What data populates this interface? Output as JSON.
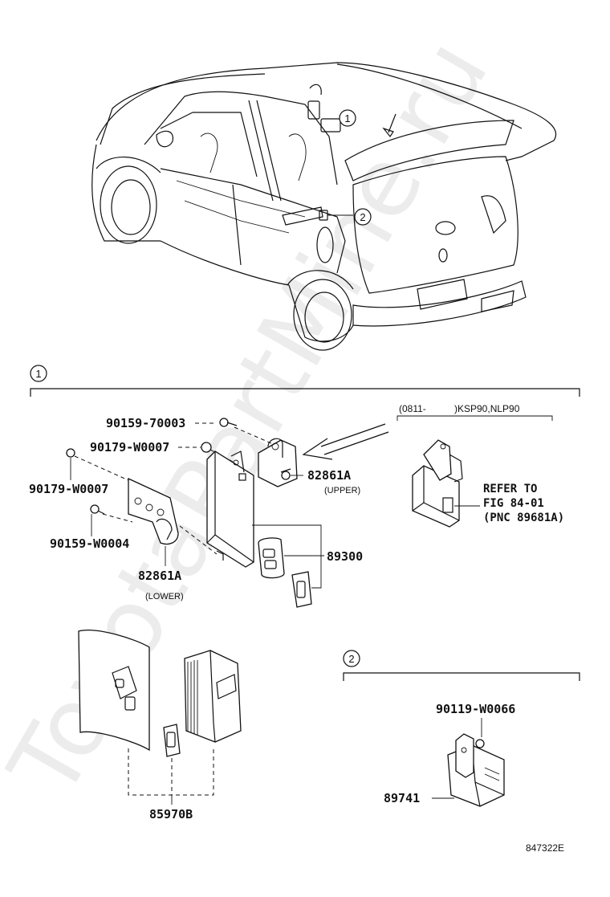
{
  "watermark": "ToyotaPartMine.ru",
  "callouts": {
    "one": "1",
    "two": "2"
  },
  "section1": {
    "number": "1",
    "labels": {
      "p90159_70003": "90159-70003",
      "p90179_w0007_a": "90179-W0007",
      "p90179_w0007_b": "90179-W0007",
      "p90159_w0004": "90159-W0004",
      "p82861a_upper": "82861A",
      "upper_note": "(UPPER)",
      "p82861a_lower": "82861A",
      "lower_note": "(LOWER)",
      "p89300": "89300"
    },
    "variant": {
      "range_start": "(0811-",
      "range_end": ")KSP90,NLP90",
      "refer_line1": "REFER TO",
      "refer_line2": "FIG 84-01",
      "refer_line3": "(PNC 89681A)"
    },
    "kit_label": "85970B"
  },
  "section2": {
    "number": "2",
    "labels": {
      "p90119_w0066": "90119-W0066",
      "p89741": "89741"
    }
  },
  "illustration_code": "847322E"
}
